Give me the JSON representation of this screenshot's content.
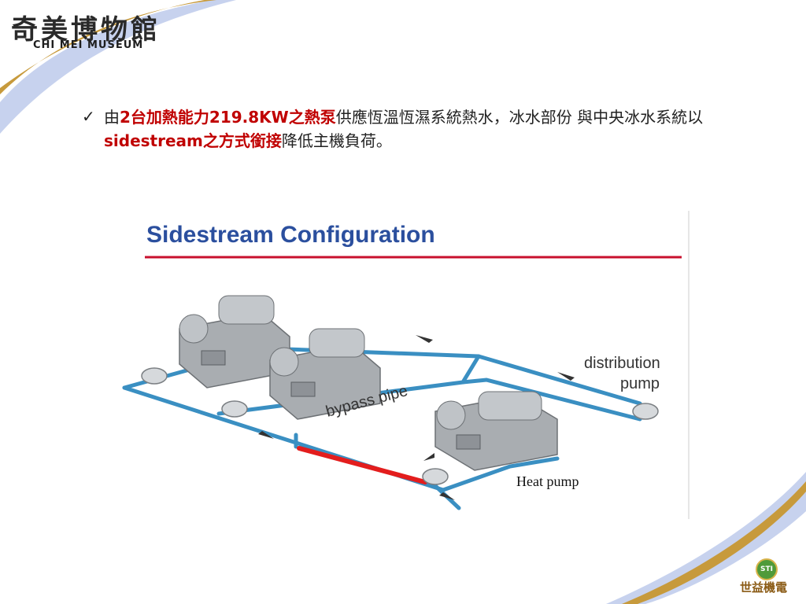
{
  "logo": {
    "chinese": "奇美博物館",
    "english": "CHI MEI MUSEUM"
  },
  "bullet": {
    "check": "✓",
    "parts": [
      {
        "text": "由",
        "highlight": false
      },
      {
        "text": "2台加熱能力219.8KW之熱泵",
        "highlight": true
      },
      {
        "text": "供應恆溫恆濕系統熱水，冰水部份 與中央冰水系統以",
        "highlight": false
      },
      {
        "text": "sidestream之方式銜接",
        "highlight": true
      },
      {
        "text": "降低主機負荷。",
        "highlight": false
      }
    ]
  },
  "diagram": {
    "title": "Sidestream Configuration",
    "labels": {
      "bypass": "bypass pipe",
      "distribution": "distribution",
      "pump": "pump",
      "heat_pump": "Heat pump"
    },
    "colors": {
      "pipe": "#3a8fc2",
      "bypass_pipe": "#e31d1d",
      "title_rule": "#c8102e",
      "machine": "#9ea3a8"
    }
  },
  "brand": {
    "badge": "STI",
    "name": "世益機電"
  },
  "colors": {
    "highlight": "#c00000",
    "decor_blue": "#a9b9e0",
    "decor_gold": "#c79a3c"
  }
}
